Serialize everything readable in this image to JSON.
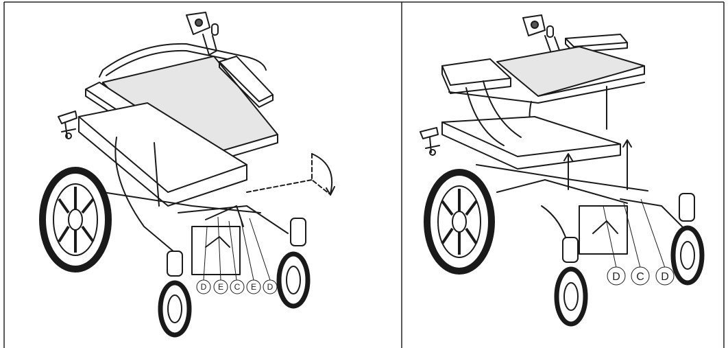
{
  "figures": [
    {
      "name": "folding-procedure-step-1",
      "callouts": [
        "D",
        "E",
        "C",
        "E",
        "D"
      ]
    },
    {
      "name": "folding-procedure-step-2",
      "callouts": [
        "D",
        "C",
        "D"
      ]
    }
  ],
  "colors": {
    "line": "#1a1a1a",
    "seat_fill": "#e6e6e6",
    "tire": "#1a1a1a",
    "background": "#ffffff"
  }
}
